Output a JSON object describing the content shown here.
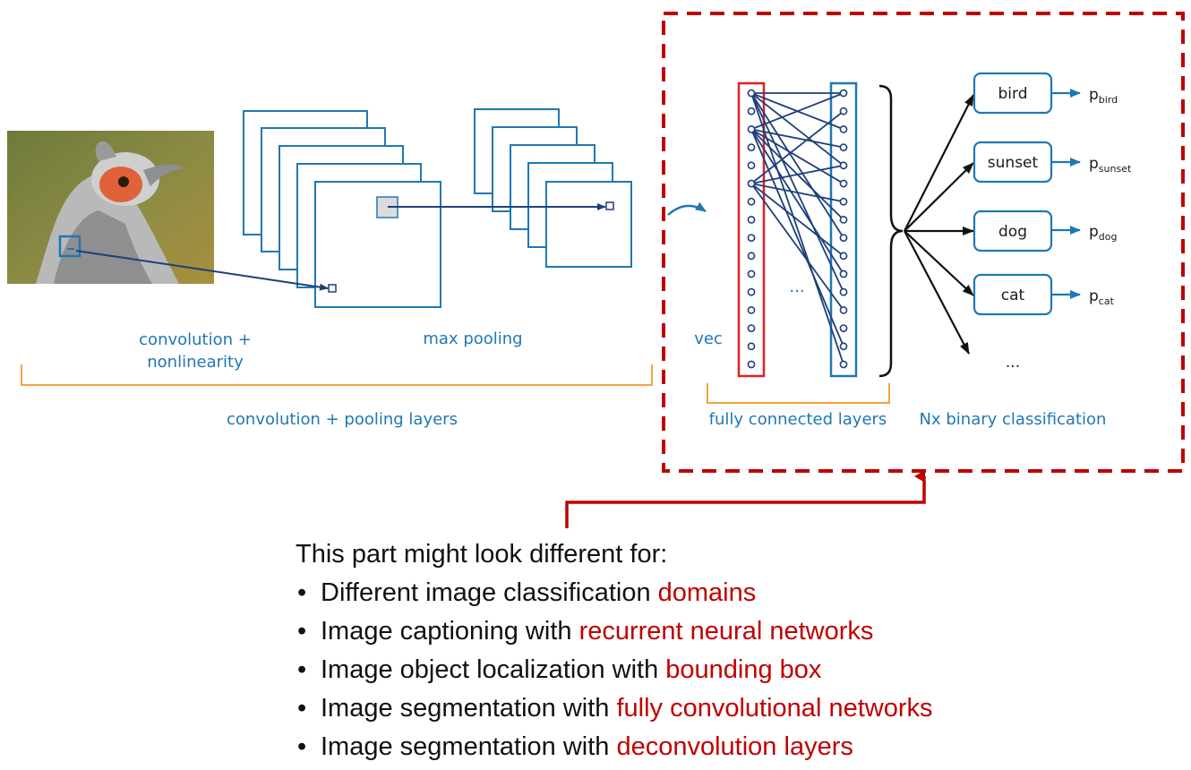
{
  "diagram": {
    "conv_label_line1": "convolution +",
    "conv_label_line2": "nonlinearity",
    "pool_label": "max pooling",
    "conv_pool_group_label": "convolution + pooling layers",
    "vec_label": "vec",
    "fc_ellipsis": "...",
    "fc_group_label": "fully connected layers",
    "classification_label": "Nx binary classification",
    "classes": [
      {
        "name": "bird",
        "p": "p",
        "sub": "bird"
      },
      {
        "name": "sunset",
        "p": "p",
        "sub": "sunset"
      },
      {
        "name": "dog",
        "p": "p",
        "sub": "dog"
      },
      {
        "name": "cat",
        "p": "p",
        "sub": "cat"
      }
    ],
    "more_classes": "..."
  },
  "notes": {
    "heading": "This part might look different for:",
    "items": [
      {
        "prefix": "Different image classification ",
        "highlight": "domains"
      },
      {
        "prefix": "Image captioning with ",
        "highlight": "recurrent neural networks"
      },
      {
        "prefix": "Image object localization with ",
        "highlight": "bounding box"
      },
      {
        "prefix": "Image segmentation with ",
        "highlight": "fully convolutional networks"
      },
      {
        "prefix": "Image segmentation with ",
        "highlight": "deconvolution layers"
      }
    ]
  },
  "colors": {
    "diagram_blue": "#1f78b4",
    "arrow_navy": "#1f3f7a",
    "bracket_orange": "#f4a340",
    "highlight_red": "#c00000"
  }
}
